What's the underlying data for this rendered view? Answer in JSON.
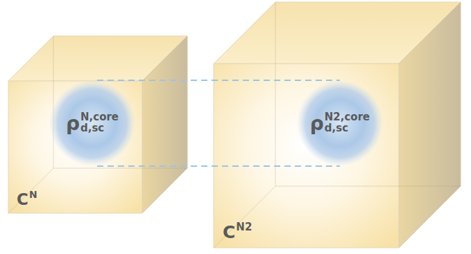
{
  "diagram": {
    "nodes": [
      {
        "text": [
          "C",
          "N"
        ]
      },
      {
        "text": [
          "ρ",
          "N,core",
          "d,sc"
        ],
        "in": 0
      },
      {
        "text": [
          "C",
          "N2"
        ]
      },
      {
        "text": [
          "ρ",
          "N2,core",
          "d,sc"
        ],
        "in": 2
      }
    ],
    "edges": [
      {
        "from": 1,
        "to": 3,
        "arrow": "none"
      },
      {
        "from": 1,
        "to": 3,
        "arrow": "none"
      }
    ]
  }
}
